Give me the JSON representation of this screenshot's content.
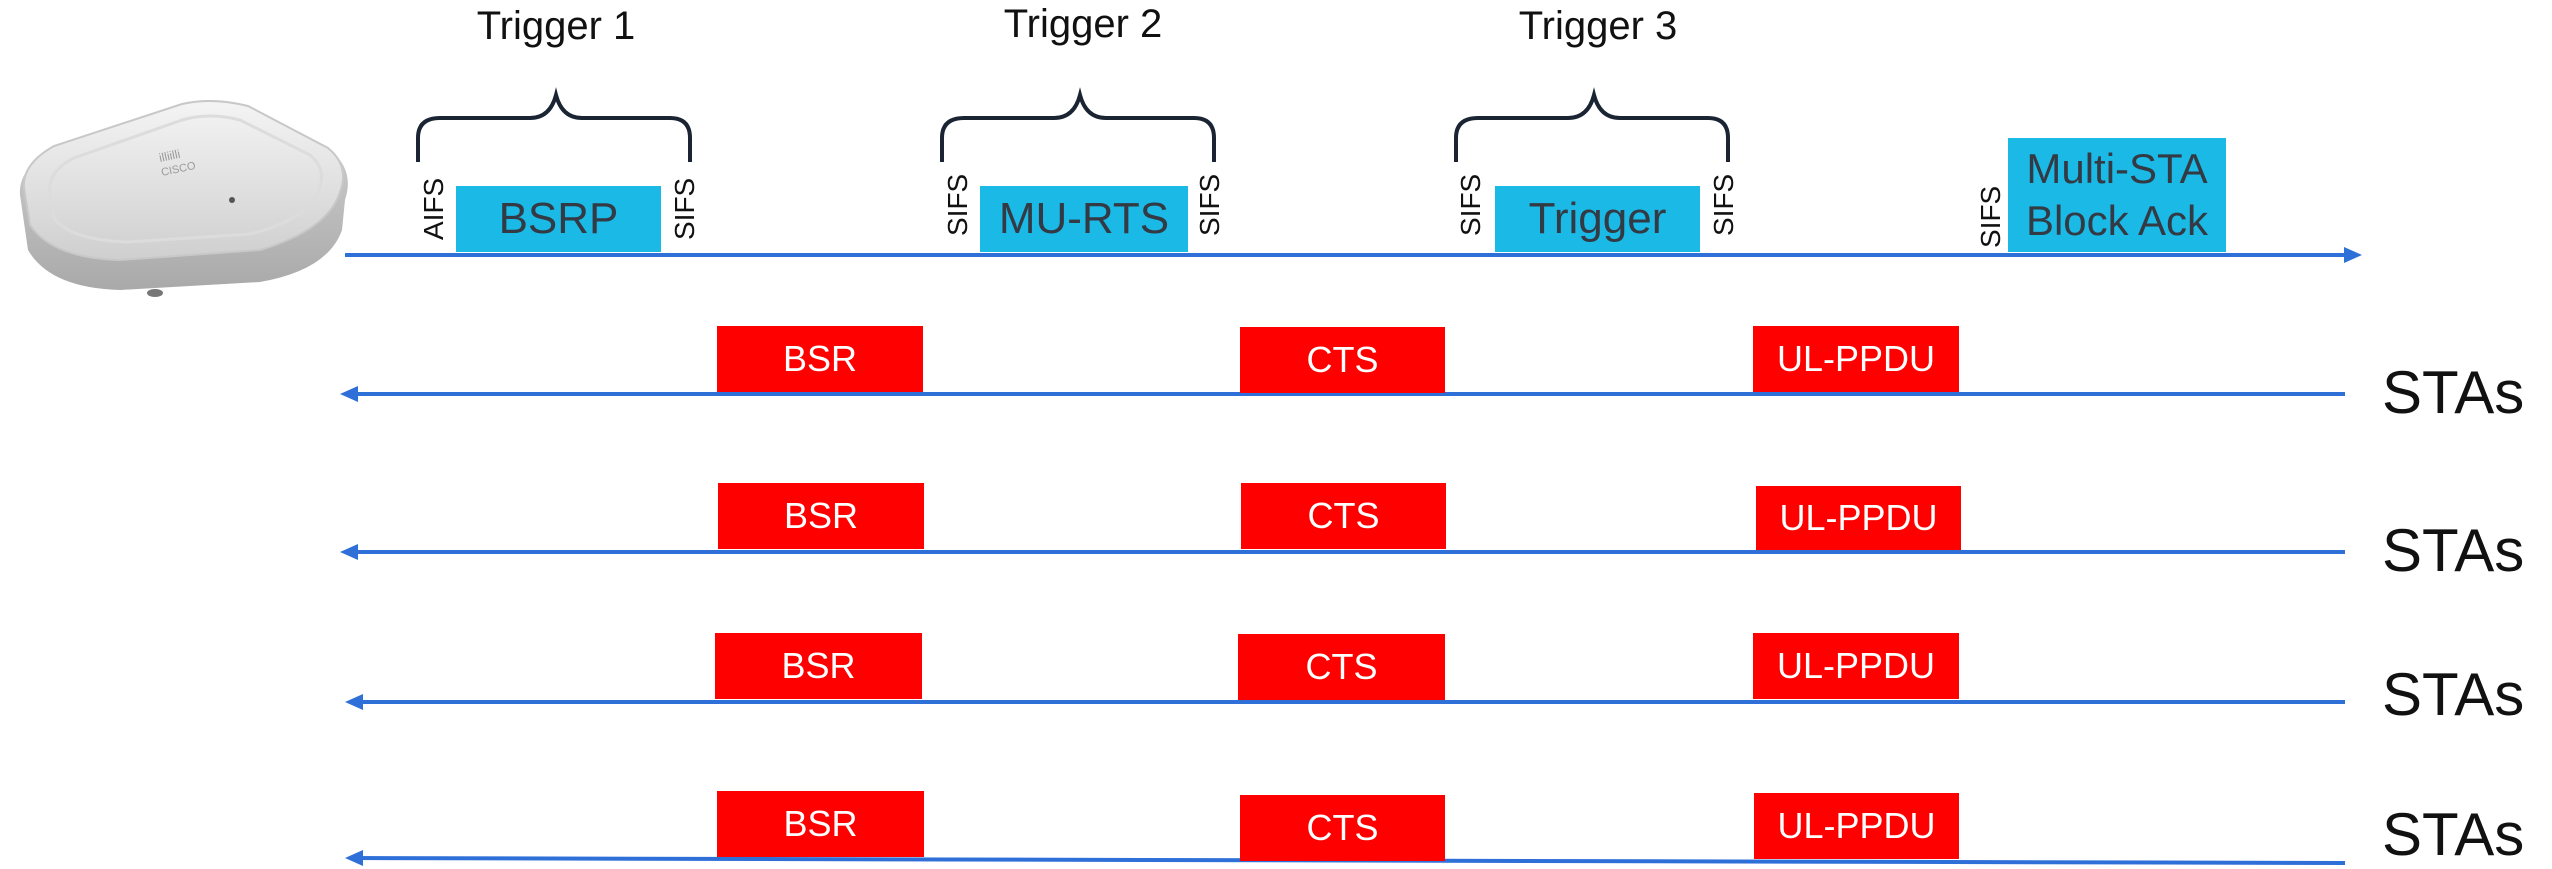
{
  "ap": {
    "triggers": [
      {
        "label": "Trigger 1",
        "before_ifs": "AIFS",
        "frame": "BSRP",
        "after_ifs": "SIFS"
      },
      {
        "label": "Trigger 2",
        "before_ifs": "SIFS",
        "frame": "MU-RTS",
        "after_ifs": "SIFS"
      },
      {
        "label": "Trigger 3",
        "before_ifs": "SIFS",
        "frame": "Trigger",
        "after_ifs": "SIFS"
      }
    ],
    "final": {
      "ifs": "SIFS",
      "line1": "Multi-STA",
      "line2": "Block Ack"
    }
  },
  "stations": [
    {
      "label": "STAs",
      "frames": [
        "BSR",
        "CTS",
        "UL-PPDU"
      ]
    },
    {
      "label": "STAs",
      "frames": [
        "BSR",
        "CTS",
        "UL-PPDU"
      ]
    },
    {
      "label": "STAs",
      "frames": [
        "BSR",
        "CTS",
        "UL-PPDU"
      ]
    },
    {
      "label": "STAs",
      "frames": [
        "BSR",
        "CTS",
        "UL-PPDU"
      ]
    }
  ],
  "colors": {
    "timeline": "#2e6fd8",
    "ap_frame": "#1bb9e6",
    "sta_frame": "#ff0000",
    "brace": "#1a2433"
  },
  "icons": {
    "access_point": "access-point-icon"
  }
}
